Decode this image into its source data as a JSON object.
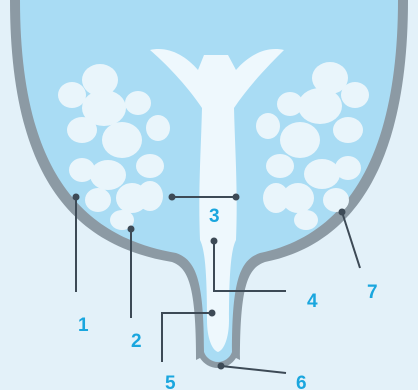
{
  "diagram": {
    "colors": {
      "background": "#e3f1f9",
      "outer_wall": "#8c9aa4",
      "tissue": "#a9dcf4",
      "lobule": "#e9f5fb",
      "central_duct": "#eef8fd",
      "leader_line": "#3d4a56",
      "label_text": "#1aa6de"
    },
    "callouts": [
      {
        "id": "1",
        "label": "1"
      },
      {
        "id": "2",
        "label": "2"
      },
      {
        "id": "3",
        "label": "3"
      },
      {
        "id": "4",
        "label": "4"
      },
      {
        "id": "5",
        "label": "5"
      },
      {
        "id": "6",
        "label": "6"
      },
      {
        "id": "7",
        "label": "7"
      }
    ]
  }
}
